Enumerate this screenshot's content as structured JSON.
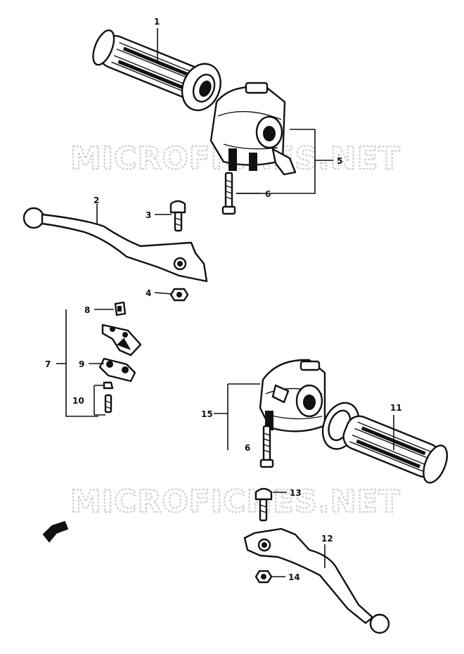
{
  "watermarks": [
    "MICROFICHES.NET",
    "MICROFICHES.NET"
  ],
  "callouts": {
    "p1": "1",
    "p2": "2",
    "p3": "3",
    "p4": "4",
    "p5": "5",
    "p6a": "6",
    "p6b": "6",
    "p7": "7",
    "p8": "8",
    "p9": "9",
    "p10": "10",
    "p11": "11",
    "p12": "12",
    "p13": "13",
    "p14": "14",
    "p15": "15"
  }
}
